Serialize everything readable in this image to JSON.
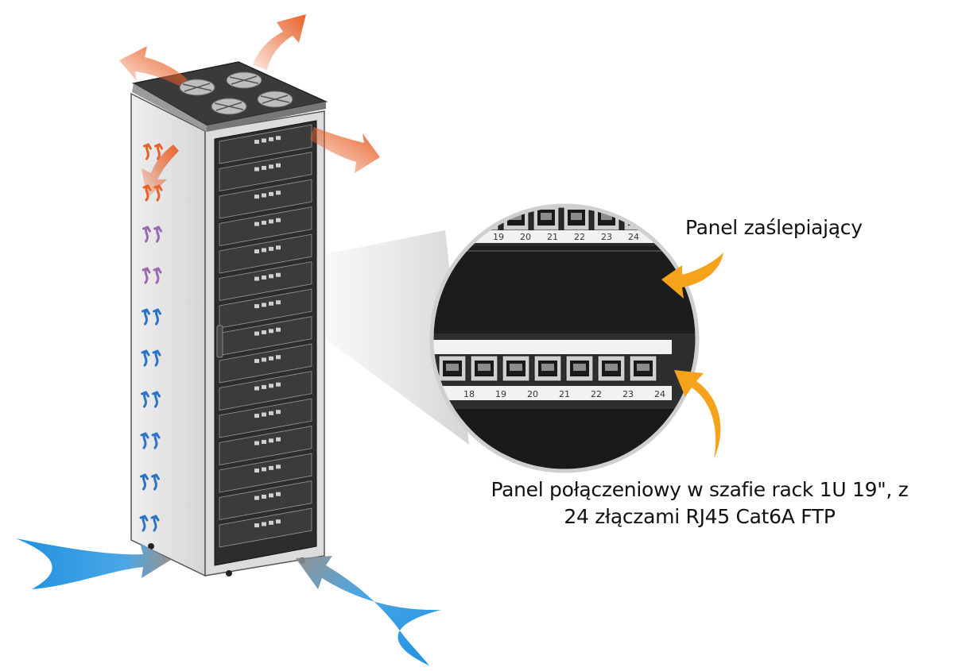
{
  "callouts": {
    "blanking_panel": "Panel zaślepiający",
    "patch_panel_line1": "Panel połączeniowy w szafie rack 1U 19\", z",
    "patch_panel_line2": "24 złączami RJ45 Cat6A FTP"
  },
  "zoom_panel": {
    "top_port_numbers": [
      "19",
      "20",
      "21",
      "22",
      "23",
      "24"
    ],
    "bottom_port_numbers": [
      "18",
      "19",
      "20",
      "21",
      "22",
      "23",
      "24"
    ]
  },
  "colors": {
    "hot_air": "#e8622a",
    "cold_air": "#1e90e0",
    "callout_arrow": "#f7a21b",
    "rack_frame": "#d9d9d9",
    "rack_door": "#2d2d2d"
  },
  "icons": [
    "hot-air-arrow-icon",
    "cold-air-arrow-icon",
    "fan-icon",
    "callout-arrow-icon"
  ]
}
